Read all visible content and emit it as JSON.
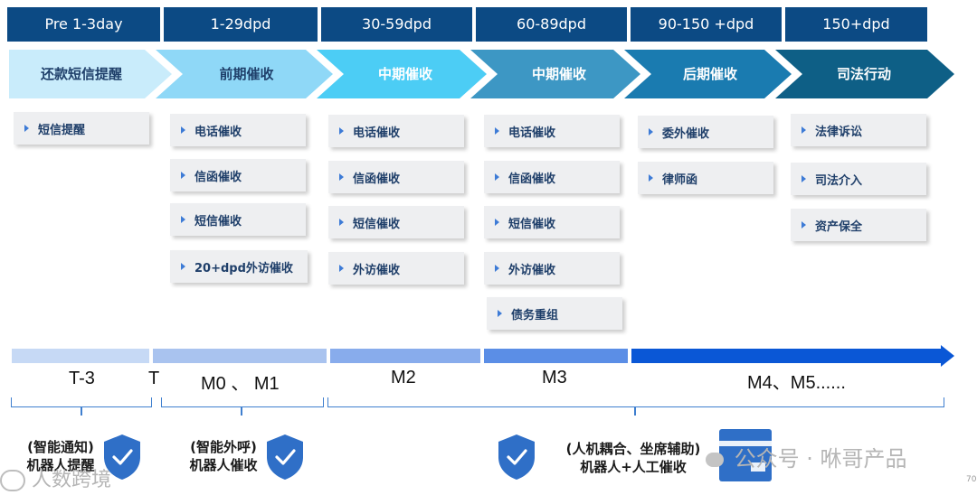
{
  "headers": [
    "Pre 1-3day",
    "1-29dpd",
    "30-59dpd",
    "60-89dpd",
    "90-150 +dpd",
    "150+dpd"
  ],
  "stages": [
    {
      "label": "还款短信提醒",
      "fill": "#c9ecfb",
      "text_color": "#1f3f6a"
    },
    {
      "label": "前期催收",
      "fill": "#8fd8f7",
      "text_color": "#1f3f6a"
    },
    {
      "label": "中期催收",
      "fill": "#4ccdf5",
      "text_color": "#ffffff"
    },
    {
      "label": "中期催收",
      "fill": "#3d97c4",
      "text_color": "#ffffff"
    },
    {
      "label": "后期催收",
      "fill": "#1a7bb0",
      "text_color": "#ffffff"
    },
    {
      "label": "司法行动",
      "fill": "#0e5f86",
      "text_color": "#ffffff"
    }
  ],
  "actions": [
    [
      "短信提醒"
    ],
    [
      "电话催收",
      "信函催收",
      "短信催收",
      "20+dpd外访催收"
    ],
    [
      "电话催收",
      "信函催收",
      "短信催收",
      "外访催收"
    ],
    [
      "电话催收",
      "信函催收",
      "短信催收",
      "外访催收",
      "债务重组"
    ],
    [
      "委外催收",
      "律师函"
    ],
    [
      "法律诉讼",
      "司法介入",
      "资产保全"
    ]
  ],
  "timeline": {
    "labels": [
      "T-3",
      "T",
      "M0 、 M1",
      "M2",
      "M3",
      "M4、M5......"
    ],
    "colors": [
      "#c6d9f5",
      "#a9c3ef",
      "#88acec",
      "#5b8ee6",
      "#0a57d6"
    ]
  },
  "bottom": {
    "robot_notify": [
      "(智能通知)",
      "机器人提醒"
    ],
    "robot_call": [
      "(智能外呼)",
      "机器人催收"
    ],
    "hybrid": [
      "(人机耦合、坐席辅助)",
      "机器人+人工催收"
    ]
  },
  "watermarks": {
    "left": "人数跨境",
    "right": "公众号 · 咻哥产品",
    "page": "70"
  },
  "colors": {
    "header_bg": "#0c4a84",
    "card_bg": "#eeeff1",
    "card_text": "#1f3f6a",
    "bullet": "#3d7bd6",
    "shield": "#2f6fc7"
  }
}
